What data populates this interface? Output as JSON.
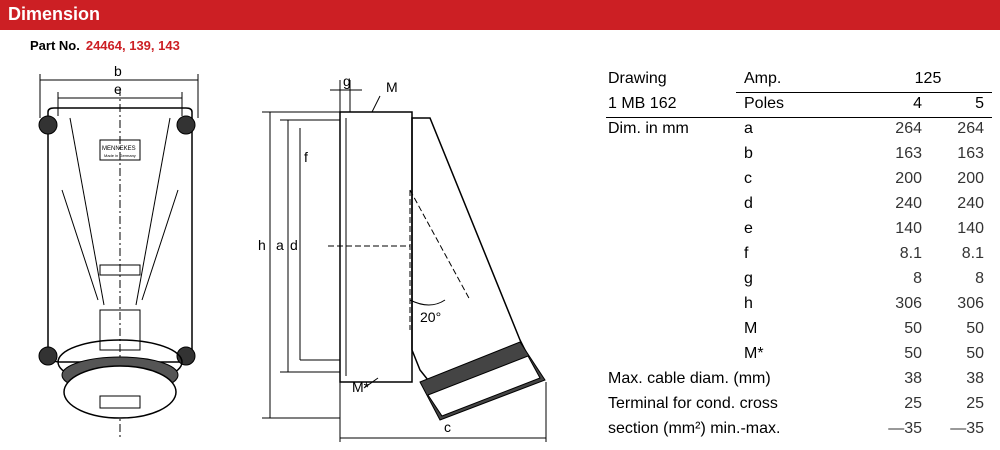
{
  "header": {
    "title": "Dimension"
  },
  "part": {
    "label": "Part No.",
    "value": "24464, 139, 143"
  },
  "drawing_labels": {
    "front_top_b": "b",
    "front_top_e": "e",
    "brand": "MENNEKES",
    "brand_sub": "Made in Germany",
    "side_g": "g",
    "side_M": "M",
    "side_f": "f",
    "side_h": "h",
    "side_a": "a",
    "side_d": "d",
    "side_angle": "20°",
    "side_Mstar": "M*",
    "side_c": "c"
  },
  "table": {
    "header_row1": {
      "col1": "Drawing",
      "col2": "Amp.",
      "amp": "125"
    },
    "header_row2": {
      "col1": "1 MB 162",
      "col2": "Poles",
      "p1": "4",
      "p2": "5"
    },
    "dim_label": "Dim. in mm",
    "rows": [
      {
        "key": "a",
        "v1": "264",
        "v2": "264"
      },
      {
        "key": "b",
        "v1": "163",
        "v2": "163"
      },
      {
        "key": "c",
        "v1": "200",
        "v2": "200"
      },
      {
        "key": "d",
        "v1": "240",
        "v2": "240"
      },
      {
        "key": "e",
        "v1": "140",
        "v2": "140"
      },
      {
        "key": "f",
        "v1": "8.1",
        "v2": "8.1"
      },
      {
        "key": "g",
        "v1": "8",
        "v2": "8"
      },
      {
        "key": "h",
        "v1": "306",
        "v2": "306"
      },
      {
        "key": "M",
        "v1": "50",
        "v2": "50"
      },
      {
        "key": "M*",
        "v1": "50",
        "v2": "50"
      }
    ],
    "cable": {
      "label": "Max. cable diam. (mm)",
      "v1": "38",
      "v2": "38"
    },
    "terminal1": {
      "label": "Terminal for cond. cross",
      "v1": "25",
      "v2": "25"
    },
    "terminal2": {
      "label": "section (mm²) min.-max.",
      "v1": "—35",
      "v2": "—35"
    }
  }
}
